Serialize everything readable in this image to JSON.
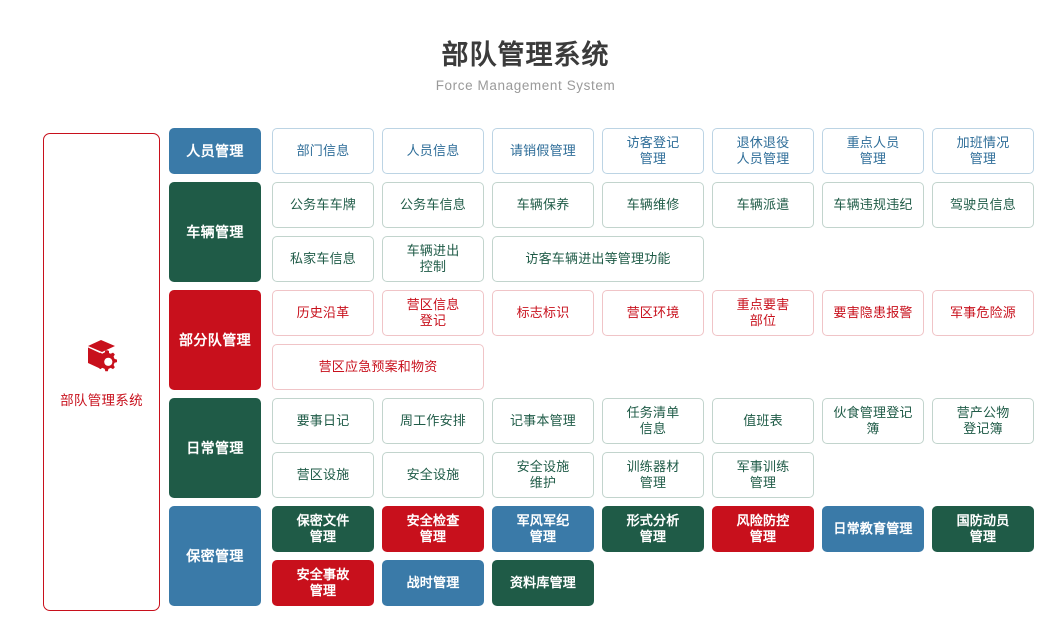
{
  "header": {
    "title": "部队管理系统",
    "subtitle": "Force Management System"
  },
  "sidebar": {
    "icon": "box-gear-icon",
    "label": "部队管理系统",
    "border_color": "#c8101c",
    "label_color": "#c8101c"
  },
  "palette": {
    "blue": "#3a7aa8",
    "green": "#1f5b47",
    "red": "#c8101c",
    "outline_blue": "#bcd4e4",
    "outline_green": "#c2d4cd",
    "outline_red": "#f0c4c7",
    "title_color": "#3b3b3b",
    "subtitle_color": "#9a9a9a"
  },
  "sections": [
    {
      "category": "人员管理",
      "color": "blue",
      "rows": [
        [
          "部门信息",
          "人员信息",
          "请销假管理",
          "访客登记\n管理",
          "退休退役\n人员管理",
          "重点人员\n管理",
          "加班情况\n管理"
        ]
      ]
    },
    {
      "category": "车辆管理",
      "color": "green",
      "rows": [
        [
          "公务车车牌",
          "公务车信息",
          "车辆保养",
          "车辆维修",
          "车辆派遣",
          "车辆违规违纪",
          "驾驶员信息"
        ],
        [
          "私家车信息",
          "车辆进出\n控制",
          "访客车辆进出等管理功能"
        ]
      ]
    },
    {
      "category": "部分队管理",
      "color": "red",
      "rows": [
        [
          "历史沿革",
          "营区信息\n登记",
          "标志标识",
          "营区环境",
          "重点要害\n部位",
          "要害隐患报警",
          "军事危险源"
        ],
        [
          "营区应急预案和物资"
        ]
      ]
    },
    {
      "category": "日常管理",
      "color": "green",
      "rows": [
        [
          "要事日记",
          "周工作安排",
          "记事本管理",
          "任务清单\n信息",
          "值班表",
          "伙食管理登记簿",
          "营产公物\n登记簿"
        ],
        [
          "营区设施",
          "安全设施",
          "安全设施\n维护",
          "训练器材\n管理",
          "军事训练\n管理"
        ]
      ]
    },
    {
      "category": "保密管理",
      "color": "blue",
      "solid": true,
      "rows": [
        [
          {
            "label": "保密文件\n管理",
            "color": "green"
          },
          {
            "label": "安全检查\n管理",
            "color": "red"
          },
          {
            "label": "军风军纪\n管理",
            "color": "blue"
          },
          {
            "label": "形式分析\n管理",
            "color": "green"
          },
          {
            "label": "风险防控\n管理",
            "color": "red"
          },
          {
            "label": "日常教育管理",
            "color": "blue"
          },
          {
            "label": "国防动员\n管理",
            "color": "green"
          }
        ],
        [
          {
            "label": "安全事故\n管理",
            "color": "red"
          },
          {
            "label": "战时管理",
            "color": "blue"
          },
          {
            "label": "资料库管理",
            "color": "green"
          }
        ]
      ]
    }
  ]
}
